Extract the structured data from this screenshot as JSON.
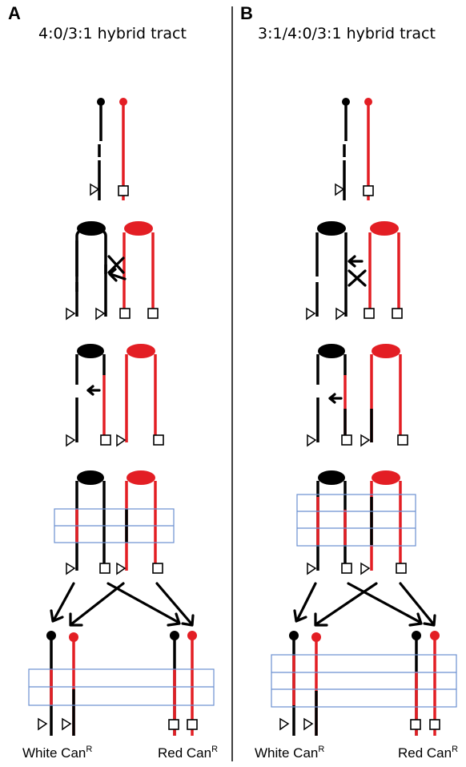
{
  "panels": [
    {
      "letter": "A",
      "title": "4:0/3:1 hybrid tract",
      "bottom_left": {
        "text": "White Can",
        "sup": "R"
      },
      "bottom_right": {
        "text": "Red Can",
        "sup": "R"
      }
    },
    {
      "letter": "B",
      "title": "3:1/4:0/3:1 hybrid tract",
      "bottom_left": {
        "text": "White Can",
        "sup": "R"
      },
      "bottom_right": {
        "text": "Red Can",
        "sup": "R"
      }
    }
  ],
  "colors": {
    "black_strand": "#000000",
    "red_strand": "#e31e24",
    "tract_box": "#6a8fd0"
  }
}
